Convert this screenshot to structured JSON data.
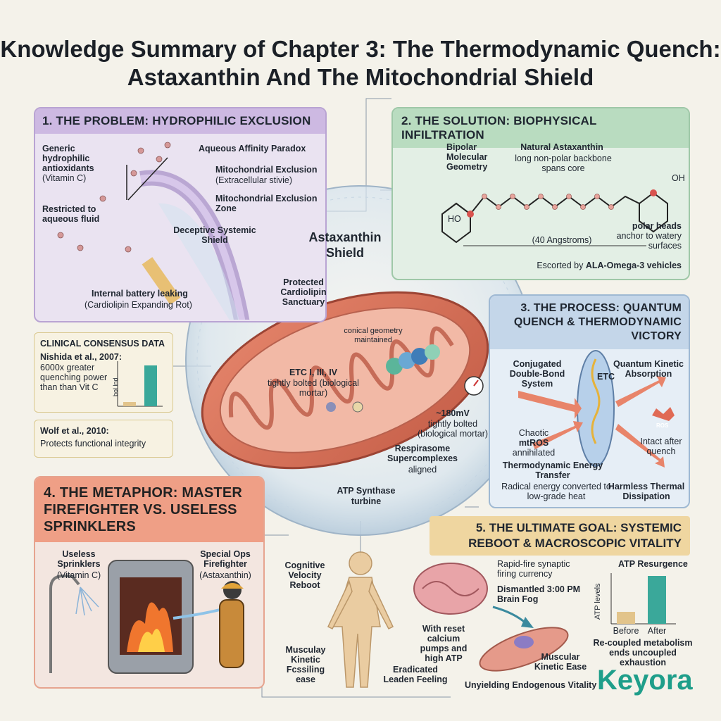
{
  "title": "Knowledge Summary of Chapter 3: The Thermodynamic Quench: Astaxanthin And The Mitochondrial Shield",
  "panel1": {
    "header": "1. THE PROBLEM: HYDROPHILIC EXCLUSION",
    "generic": "Generic hydrophilic antioxidants",
    "generic_sub": "(Vitamin C)",
    "aqueous_paradox": "Aqueous Affinity Paradox",
    "mito_exclusion": "Mitochondrial Exclusion",
    "extracellular": "(Extracellular stivie)",
    "mito_exclusion_zone": "Mitochondrial Exclusion Zone",
    "restricted": "Restricted to aqueous fluid",
    "deceptive": "Deceptive Systemic Shield",
    "battery": "Internal battery leaking",
    "battery_sub": "(Cardiolipin Expanding Rot)"
  },
  "clinical": {
    "header": "CLINICAL CONSENSUS DATA",
    "citation": "Nishida et al., 2007:",
    "text": "6000x greater quenching power than than Vit C",
    "axis_label": "bol lnd",
    "values": [
      1,
      9
    ]
  },
  "wolf": {
    "citation": "Wolf et al., 2010:",
    "text": "Protects functional integrity"
  },
  "panel2": {
    "header": "2. THE SOLUTION: BIOPHYSICAL INFILTRATION",
    "bipolar": "Bipolar Molecular Geometry",
    "natural": "Natural Astaxanthin",
    "natural_sub": "long non-polar backbone spans core",
    "angstrom": "(40 Angstroms)",
    "polar": "polar heads",
    "polar_sub": "anchor to watery surfaces",
    "escorted": "Escorted by",
    "escorted_b": "ALA-Omega-3 vehicles",
    "ho_left": "HO",
    "oh_right": "OH"
  },
  "center": {
    "shield": "Astaxanthin Shield",
    "protected": "Protected Cardiolipin Sanctuary",
    "conical": "conical geometry maintained",
    "etc": "ETC I, III, IV",
    "etc_sub": "tightly bolted (biological mortar)",
    "mv": "~180mV",
    "mv_sub": "tightly bolted (biological mortar)",
    "respirasome": "Respirasome Supercomplexes",
    "respirasome_sub": "aligned",
    "atp": "ATP Synthase",
    "atp_sub": "turbine"
  },
  "panel3": {
    "header": "3. THE PROCESS: QUANTUM QUENCH & THERMODYNAMIC VICTORY",
    "conjugated": "Conjugated Double-Bond System",
    "etc": "ETC",
    "quantum": "Quantum Kinetic Absorption",
    "chaotic": "Chaotic",
    "mtros": "mtROS",
    "annihilated": "annihilated",
    "ros_badge": "ROS",
    "intact": "Intact after quench",
    "thermo": "Thermodynamic Energy Transfer",
    "thermo_sub": "Radical energy converted to low-grade heat",
    "harmless": "Harmless Thermal Dissipation"
  },
  "panel4": {
    "header": "4. THE METAPHOR: MASTER FIREFIGHTER VS. USELESS SPRINKLERS",
    "useless": "Useless Sprinklers",
    "useless_sub": "(Vitamin C)",
    "special": "Special Ops Firefighter",
    "special_sub": "(Astaxanthin)"
  },
  "panel5": {
    "header": "5. THE ULTIMATE GOAL: SYSTEMIC REBOOT & MACROSCOPIC VITALITY",
    "cognitive": "Cognitive Velocity Reboot",
    "rapid": "Rapid-fire synaptic firing currency",
    "dismantled": "Dismantled 3:00 PM Brain Fog",
    "with_reset": "With reset calcium pumps and high ATP",
    "musculay": "Musculay Kinetic Fcssiling ease",
    "eradicated": "Eradicated Leaden Feeling",
    "muscular": "Muscular Kinetic Ease",
    "unyielding": "Unyielding Endogenous Vitality",
    "atp_title": "ATP Resurgence",
    "atp_axis": "ATP levels",
    "before": "Before",
    "after": "After",
    "atp_values": [
      2,
      8
    ],
    "recoupled": "Re-coupled metabolism ends uncoupled exhaustion"
  },
  "logo": {
    "text": "Keyora",
    "color": "#1e9e8a"
  },
  "colors": {
    "purple": "#b9a4d3",
    "green": "#9fc8a8",
    "blue": "#9fb9d3",
    "salmon": "#ef9f86",
    "gold": "#efd6a0",
    "teal": "#3aa89a"
  }
}
